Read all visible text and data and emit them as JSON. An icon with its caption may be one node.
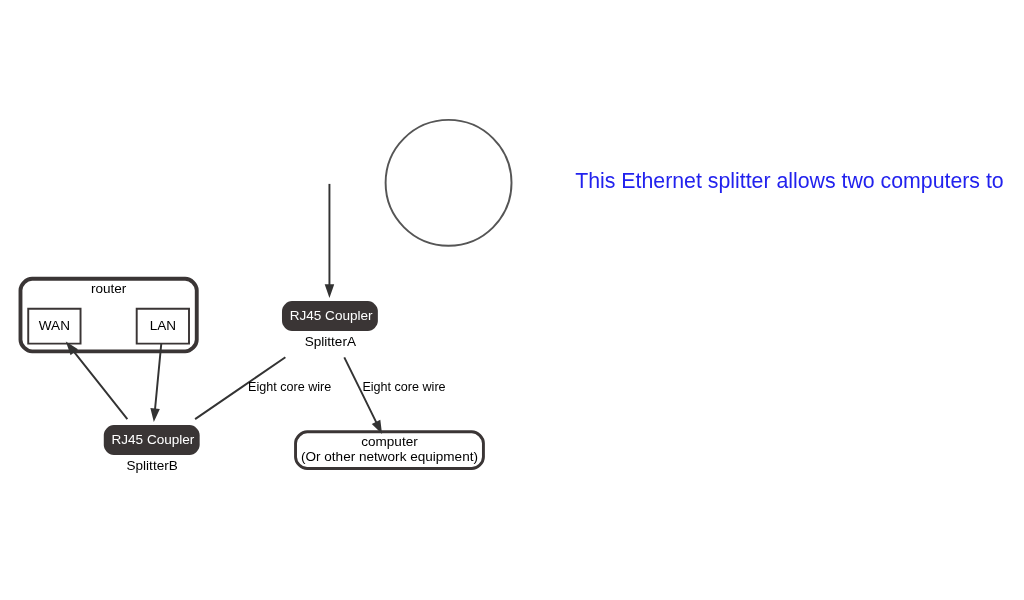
{
  "diagram": {
    "nodes": [
      {
        "text": [
          "RJ45 Coupler"
        ],
        "beside": [
          "SplitterA"
        ]
      },
      {
        "text": [
          "RJ45 Coupler"
        ],
        "beside": [
          "SplitterB"
        ]
      },
      {
        "text": [
          "router"
        ]
      },
      {
        "text": [
          "WAN"
        ],
        "in": 2
      },
      {
        "text": [
          "LAN"
        ],
        "in": 2
      },
      {
        "text": [
          "computer",
          "(Or other network equipment)"
        ]
      },
      {
        "text": [],
        "shape": "circle"
      }
    ],
    "edges": [
      {
        "from": null,
        "to": 0,
        "arrow": "to"
      },
      {
        "from": 0,
        "to": 1,
        "arrow": "none",
        "label": "Eight core wire"
      },
      {
        "from": 0,
        "to": 5,
        "arrow": "to",
        "label": "Eight core wire"
      },
      {
        "from": 1,
        "to": 3,
        "arrow": "to"
      },
      {
        "from": 4,
        "to": 1,
        "arrow": "to"
      }
    ],
    "labels": [
      "This Ethernet splitter allows two computers to"
    ]
  }
}
